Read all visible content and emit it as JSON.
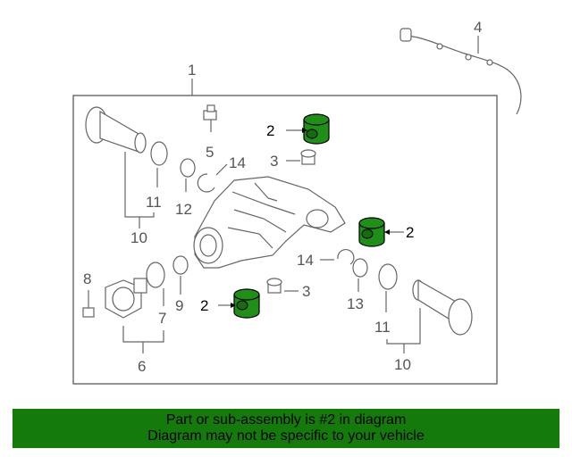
{
  "colors": {
    "banner_bg": "#157a0c",
    "highlight_part": "#1f8f1a",
    "line_gray": "#666666"
  },
  "callouts": {
    "n1": "1",
    "n2a": "2",
    "n2b": "2",
    "n2c": "2",
    "n3a": "3",
    "n3b": "3",
    "n4": "4",
    "n5": "5",
    "n6": "6",
    "n7": "7",
    "n8": "8",
    "n9": "9",
    "n10a": "10",
    "n10b": "10",
    "n11a": "11",
    "n11b": "11",
    "n12": "12",
    "n13": "13",
    "n14a": "14",
    "n14b": "14"
  },
  "banner": {
    "line1": "Part or sub-assembly is #2 in diagram",
    "line2": "Diagram may not be specific to your vehicle"
  }
}
